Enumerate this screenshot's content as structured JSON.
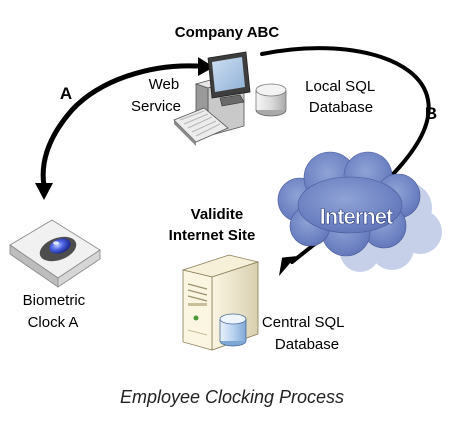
{
  "diagram": {
    "header": "Company ABC",
    "nodes": {
      "web_service": [
        "Web",
        "Service"
      ],
      "local_db": [
        "Local SQL",
        "Database"
      ],
      "internet_site": [
        "Validite",
        "Internet Site"
      ],
      "cloud_text": "Internet",
      "central_db": [
        "Central SQL",
        "Database"
      ],
      "clock": [
        "Biometric",
        "Clock A"
      ]
    },
    "arrows": {
      "a": "A",
      "b": "B"
    },
    "caption": "Employee Clocking Process"
  }
}
